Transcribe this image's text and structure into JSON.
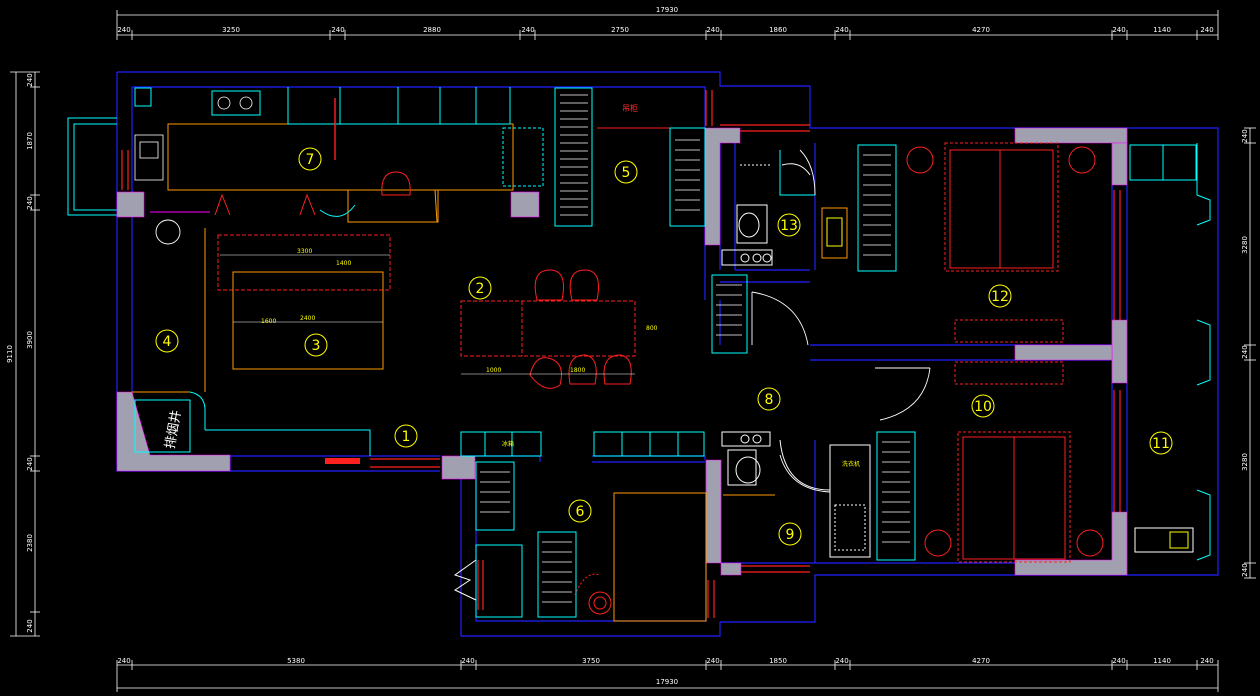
{
  "dimensions": {
    "top_total": "17930",
    "top_segments": [
      "240",
      "3250",
      "240",
      "2880",
      "240",
      "2750",
      "240",
      "1860",
      "240",
      "4270",
      "240",
      "1140",
      "240"
    ],
    "bottom_total": "17930",
    "bottom_segments": [
      "240",
      "5380",
      "240",
      "3750",
      "240",
      "1850",
      "240",
      "4270",
      "240",
      "1140",
      "240"
    ],
    "left_total": "9110",
    "left_segments": [
      "240",
      "1870",
      "240",
      "3900",
      "240",
      "2380",
      "240"
    ],
    "right_segments": [
      "240",
      "3280",
      "240",
      "3280",
      "240"
    ]
  },
  "rooms": [
    "1",
    "2",
    "3",
    "4",
    "5",
    "6",
    "7",
    "8",
    "9",
    "10",
    "11",
    "12",
    "13"
  ],
  "annotations": {
    "chimney": "排烟井",
    "note_red": "吊柜",
    "fridge_label": "冰箱",
    "washer_label": "洗衣机",
    "table_dims": [
      "3300",
      "1400",
      "2400",
      "1600",
      "1800",
      "800",
      "1000"
    ]
  },
  "colors": {
    "wall": "#0000ff",
    "column": "#a0a0b0",
    "furniture": "#00ffff",
    "red": "#ff2020",
    "orange": "#ff9900",
    "label": "#ffff00",
    "magenta": "#ff00ff"
  }
}
